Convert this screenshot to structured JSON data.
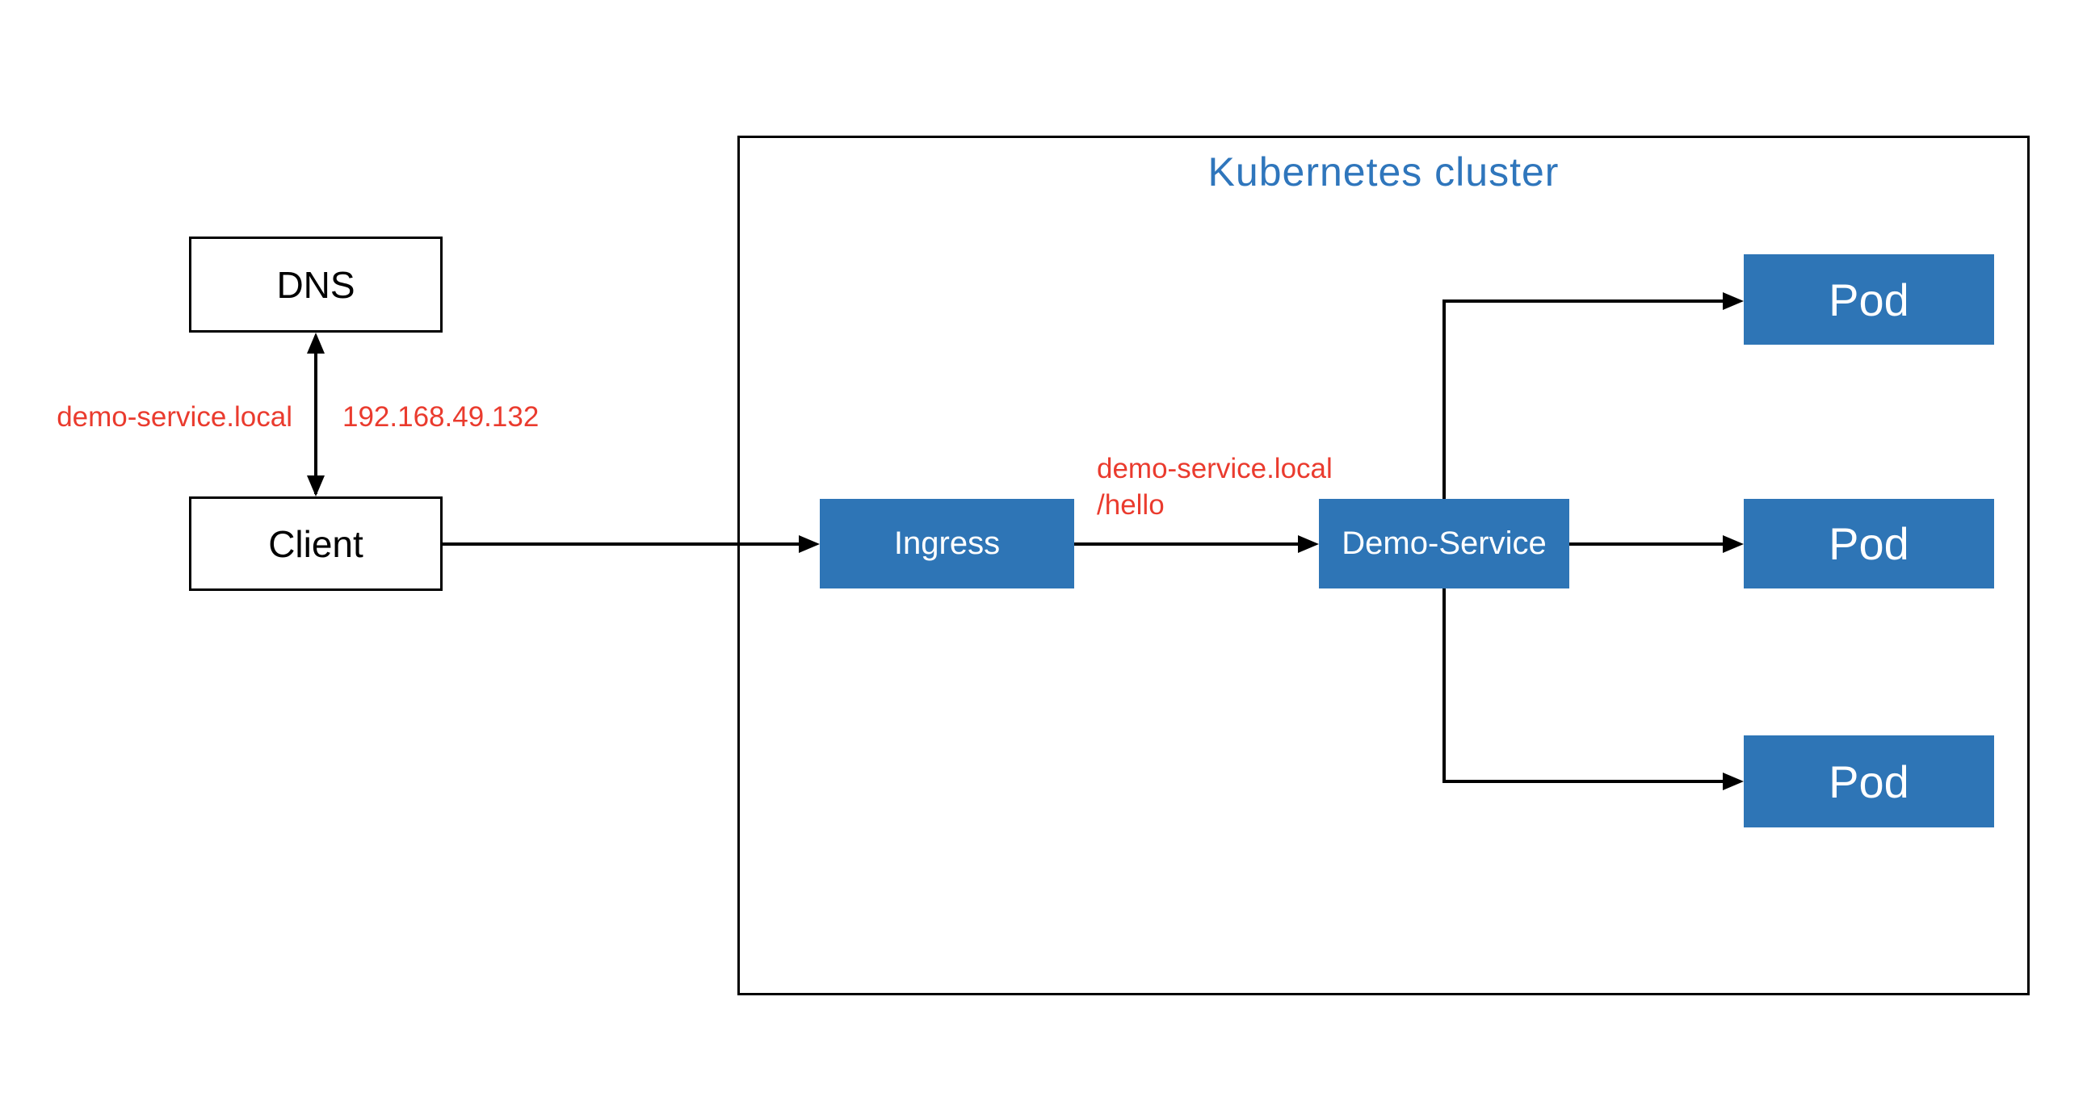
{
  "diagram": {
    "cluster": {
      "title": "Kubernetes cluster"
    },
    "nodes": {
      "dns": {
        "label": "DNS"
      },
      "client": {
        "label": "Client"
      },
      "ingress": {
        "label": "Ingress"
      },
      "demo_service": {
        "label": "Demo-Service"
      },
      "pods": [
        {
          "label": "Pod"
        },
        {
          "label": "Pod"
        },
        {
          "label": "Pod"
        }
      ]
    },
    "edge_labels": {
      "dns_query": "demo-service.local",
      "dns_answer": "192.168.49.132",
      "ingress_route_host": "demo-service.local",
      "ingress_route_path": "/hello"
    },
    "colors": {
      "node_fill": "#2E75B6",
      "node_text": "#FFFFFF",
      "cluster_title_text": "#2F76BC",
      "edge_label_text": "#EA3B2E",
      "line": "#000000",
      "background": "#FFFFFF"
    }
  }
}
